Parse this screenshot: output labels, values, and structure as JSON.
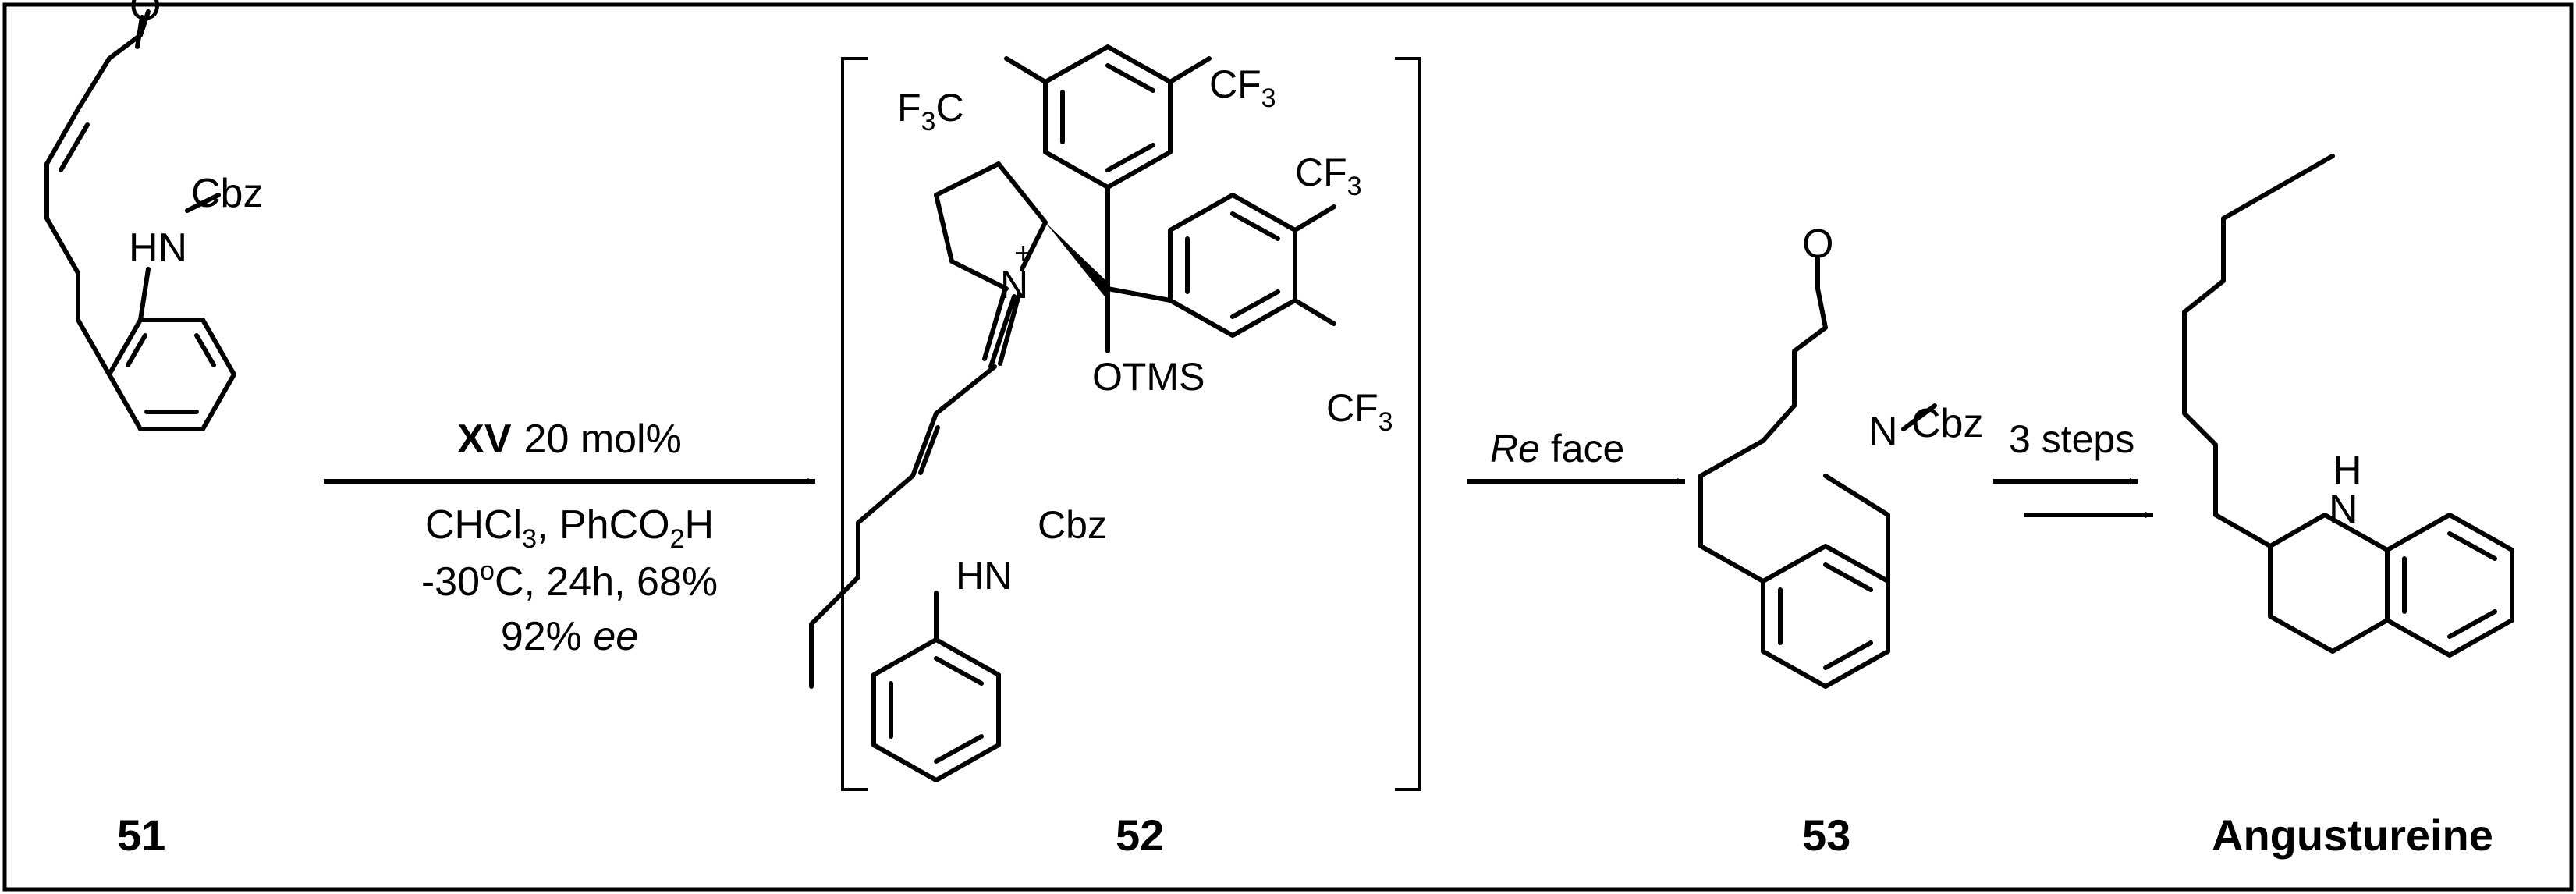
{
  "compounds": {
    "c51": "51",
    "c52": "52",
    "c53": "53",
    "angustureine": "Angustureine"
  },
  "labels": {
    "o": "O",
    "hn": "HN",
    "h": "H",
    "n": "N",
    "cbz": "Cbz",
    "otms": "OTMS",
    "plus": "+",
    "cf3_c": "CF",
    "cf3_sub": "3",
    "f3c_f": "F",
    "f3c_sub": "3",
    "f3c_c": "C"
  },
  "step1": {
    "catalyst": "XV",
    "loading": "20 mol%",
    "line2_a": "CHCl",
    "line2_a_sub": "3",
    "line2_b": ", PhCO",
    "line2_b_sub": "2",
    "line2_c": "H",
    "line3_a": "-30",
    "line3_sup": "o",
    "line3_b": "C, 24h, 68%",
    "line4_a": "92% ",
    "line4_ee": "ee"
  },
  "step2": {
    "re": "Re",
    "face": " face"
  },
  "step3": {
    "label": "3 steps"
  }
}
